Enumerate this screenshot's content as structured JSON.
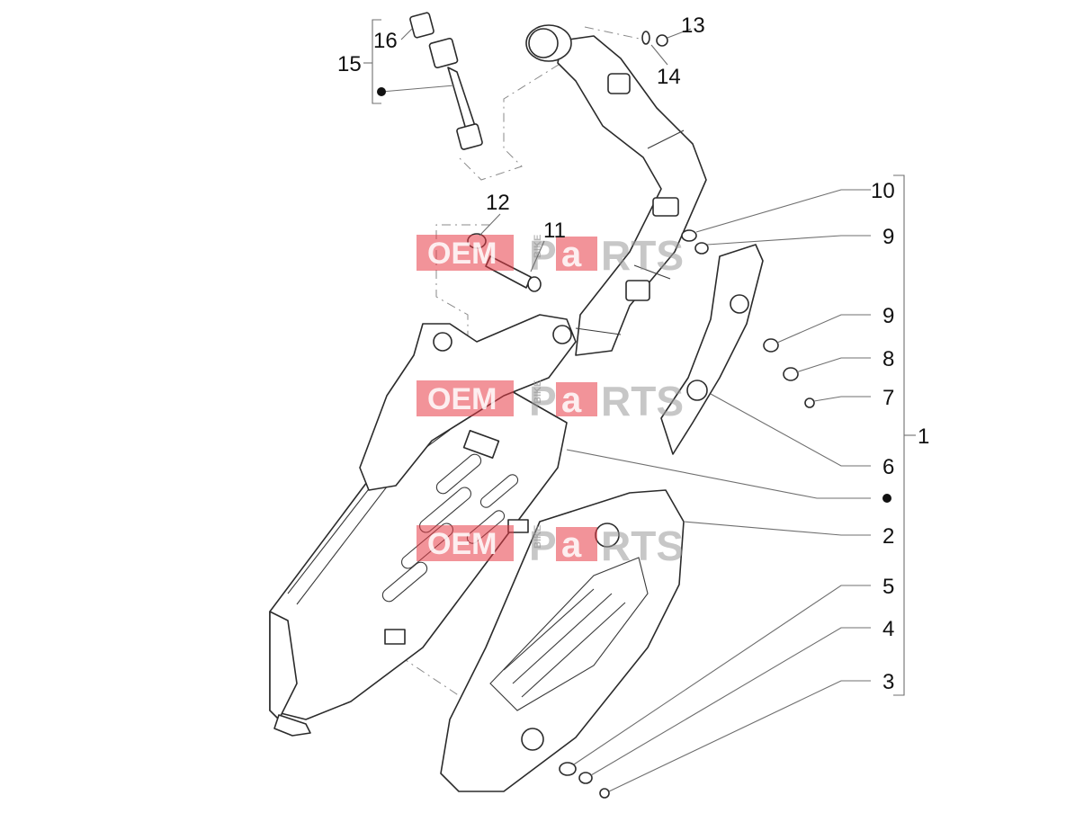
{
  "callouts": [
    {
      "id": "c1",
      "label": "1"
    },
    {
      "id": "c2",
      "label": "2"
    },
    {
      "id": "c3",
      "label": "3"
    },
    {
      "id": "c4",
      "label": "4"
    },
    {
      "id": "c5",
      "label": "5"
    },
    {
      "id": "c6",
      "label": "6"
    },
    {
      "id": "c7",
      "label": "7"
    },
    {
      "id": "c8",
      "label": "8"
    },
    {
      "id": "c9a",
      "label": "9"
    },
    {
      "id": "c9b",
      "label": "9"
    },
    {
      "id": "c10",
      "label": "10"
    },
    {
      "id": "c11",
      "label": "11"
    },
    {
      "id": "c12",
      "label": "12"
    },
    {
      "id": "c13",
      "label": "13"
    },
    {
      "id": "c14",
      "label": "14"
    },
    {
      "id": "c15",
      "label": "15"
    },
    {
      "id": "c16",
      "label": "16"
    }
  ],
  "watermark": {
    "brand_left": "OEM",
    "brand_side": "BIKE",
    "brand_right_a": "P",
    "brand_right_b": "a",
    "brand_right_c": "RTS"
  },
  "colors": {
    "watermark_red": "#e83a45",
    "line": "#2b2b2b",
    "leader": "#6f6f6f"
  }
}
